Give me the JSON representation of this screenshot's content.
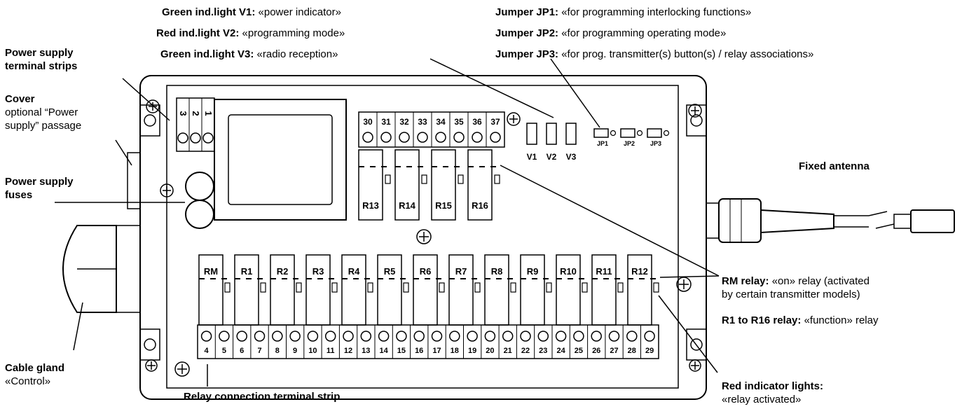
{
  "callouts": {
    "v1": {
      "title": "Green ind.light V1:",
      "text": "«power indicator»"
    },
    "v2": {
      "title": "Red ind.light V2:",
      "text": "«programming mode»"
    },
    "v3": {
      "title": "Green ind.light V3:",
      "text": "«radio reception»"
    },
    "jp1": {
      "title": "Jumper JP1:",
      "text": "«for programming interlocking functions»"
    },
    "jp2": {
      "title": "Jumper JP2:",
      "text": "«for programming operating mode»"
    },
    "jp3": {
      "title": "Jumper JP3:",
      "text": "«for prog. transmitter(s) button(s) / relay associations»"
    },
    "power_strips": {
      "line1": "Power supply",
      "line2": "terminal strips"
    },
    "cover": {
      "title": "Cover",
      "line1": "optional “Power",
      "line2": "supply” passage"
    },
    "fuses": {
      "line1": "Power supply",
      "line2": "fuses"
    },
    "cable_gland": {
      "title": "Cable gland",
      "text": "«Control»"
    },
    "relay_strip": {
      "title": "Relay connection terminal strip"
    },
    "antenna": {
      "title": "Fixed antenna"
    },
    "rm_relay": {
      "title": "RM relay:",
      "text": "«on» relay (activated",
      "line2": "by certain transmitter models)"
    },
    "r1_r16": {
      "title": "R1 to R16 relay:",
      "text": "«function» relay"
    },
    "red_lights": {
      "title": "Red indicator lights:",
      "text": "«relay activated»"
    }
  },
  "board": {
    "power_terminals": [
      "3",
      "2",
      "1"
    ],
    "top_terminals": [
      "30",
      "31",
      "32",
      "33",
      "34",
      "35",
      "36",
      "37"
    ],
    "indicators": [
      "V1",
      "V2",
      "V3"
    ],
    "jumpers": [
      "JP1",
      "JP2",
      "JP3"
    ],
    "upper_relays": [
      "R13",
      "R14",
      "R15",
      "R16"
    ],
    "lower_relays": [
      "RM",
      "R1",
      "R2",
      "R3",
      "R4",
      "R5",
      "R6",
      "R7",
      "R8",
      "R9",
      "R10",
      "R11",
      "R12"
    ],
    "bottom_terminals": [
      "4",
      "5",
      "6",
      "7",
      "8",
      "9",
      "10",
      "11",
      "12",
      "13",
      "14",
      "15",
      "16",
      "17",
      "18",
      "19",
      "20",
      "21",
      "22",
      "23",
      "24",
      "25",
      "26",
      "27",
      "28",
      "29"
    ]
  }
}
